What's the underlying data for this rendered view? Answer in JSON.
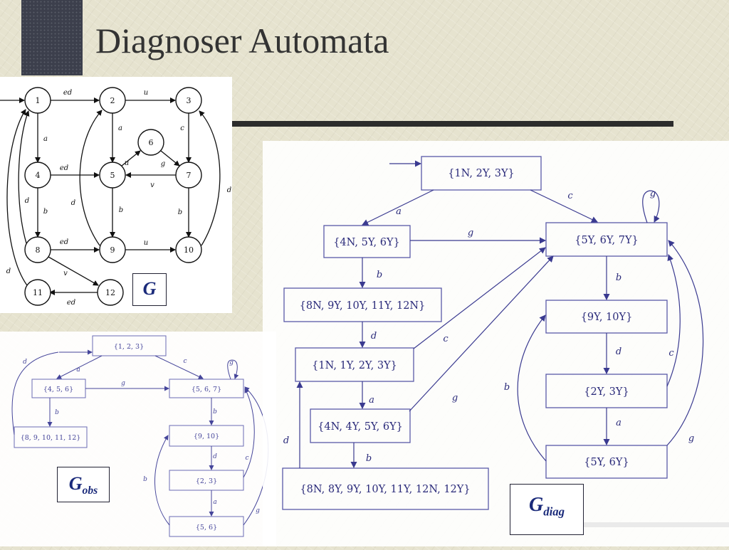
{
  "title": "Diagnoser Automata",
  "labels": {
    "g": "G",
    "gobs_main": "G",
    "gobs_sub": "obs",
    "gdiag_main": "G",
    "gdiag_sub": "diag"
  },
  "g_automaton": {
    "nodes": [
      "1",
      "2",
      "3",
      "4",
      "5",
      "6",
      "7",
      "8",
      "9",
      "10",
      "11",
      "12"
    ],
    "edges": [
      {
        "from": "1",
        "to": "2",
        "label": "ed"
      },
      {
        "from": "2",
        "to": "3",
        "label": "u"
      },
      {
        "from": "1",
        "to": "4",
        "label": "a"
      },
      {
        "from": "2",
        "to": "5",
        "label": "a"
      },
      {
        "from": "3",
        "to": "7",
        "label": "c"
      },
      {
        "from": "4",
        "to": "5",
        "label": "ed"
      },
      {
        "from": "5",
        "to": "6",
        "label": "u"
      },
      {
        "from": "6",
        "to": "7",
        "label": "g"
      },
      {
        "from": "7",
        "to": "5",
        "label": "v"
      },
      {
        "from": "4",
        "to": "8",
        "label": "b"
      },
      {
        "from": "8",
        "to": "1",
        "label": "d"
      },
      {
        "from": "5",
        "to": "9",
        "label": "b"
      },
      {
        "from": "9",
        "to": "2",
        "label": "d"
      },
      {
        "from": "7",
        "to": "10",
        "label": "b"
      },
      {
        "from": "10",
        "to": "3",
        "label": "d"
      },
      {
        "from": "8",
        "to": "9",
        "label": "ed"
      },
      {
        "from": "9",
        "to": "10",
        "label": "u"
      },
      {
        "from": "8",
        "to": "12",
        "label": "v"
      },
      {
        "from": "12",
        "to": "11",
        "label": "ed"
      },
      {
        "from": "11",
        "to": "1",
        "label": "d"
      }
    ]
  },
  "gobs": {
    "states": [
      "{1, 2, 3}",
      "{4, 5, 6}",
      "{5, 6, 7}",
      "{8, 9, 10, 11, 12}",
      "{9, 10}",
      "{2, 3}",
      "{5, 6}"
    ],
    "edge_labels": [
      "d",
      "a",
      "c",
      "g",
      "g",
      "b",
      "b",
      "d",
      "a",
      "c",
      "b",
      "g"
    ]
  },
  "gdiag": {
    "states": [
      "{1N, 2Y, 3Y}",
      "{4N, 5Y, 6Y}",
      "{5Y, 6Y, 7Y}",
      "{8N, 9Y, 10Y, 11Y, 12N}",
      "{9Y, 10Y}",
      "{1N, 1Y, 2Y, 3Y}",
      "{2Y, 3Y}",
      "{4N, 4Y, 5Y, 6Y}",
      "{5Y, 6Y}",
      "{8N, 8Y, 9Y, 10Y, 11Y, 12N, 12Y}"
    ],
    "edge_labels": [
      "a",
      "c",
      "g",
      "g",
      "b",
      "b",
      "d",
      "d",
      "c",
      "a",
      "g",
      "b",
      "d",
      "a",
      "c",
      "b",
      "g"
    ]
  }
}
